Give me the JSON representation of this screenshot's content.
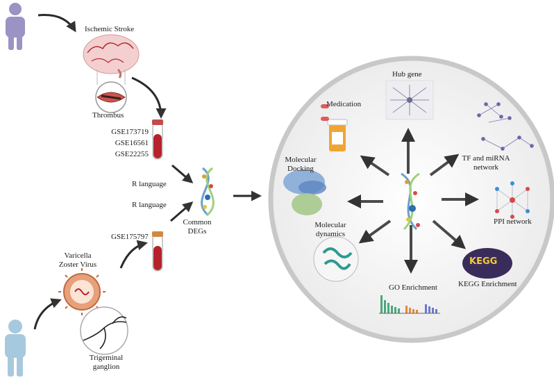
{
  "labels": {
    "ischemic_stroke": "Ischemic Stroke",
    "thrombus": "Thrombus",
    "gse_ischemic": [
      "GSE173719",
      "GSE16561",
      "GSE22255"
    ],
    "r_language_1": "R language",
    "r_language_2": "R language",
    "gse_vzv": "GSE175797",
    "varicella": [
      "Varicella",
      "Zoster Virus"
    ],
    "trigeminal": [
      "Trigeminal",
      "ganglion"
    ],
    "common_degs": [
      "Common",
      "DEGs"
    ],
    "hub_gene": "Hub gene",
    "medication": "Medication",
    "tf_mirna": [
      "TF and miRNA",
      "network"
    ],
    "molecular_docking": [
      "Molecular",
      "Docking"
    ],
    "ppi_network": "PPI network",
    "molecular_dynamics": [
      "Molecular",
      "dynamics"
    ],
    "kegg_enrichment": "KEGG Enrichment",
    "kegg_logo": "KEGG",
    "go_enrichment": "GO Enrichment"
  },
  "icons": {
    "person_top": "person-icon",
    "brain": "brain-icon",
    "vessel": "blood-vessel-icon",
    "tubes": "blood-tube-icon",
    "dna": "dna-helix-icon",
    "virus": "virus-icon",
    "neuron": "neuron-icon",
    "pills": "pill-bottle-icon",
    "protein": "protein-structure-icon",
    "network": "network-graph-icon",
    "barchart": "bar-chart-icon"
  },
  "colors": {
    "person": "#9b93c3",
    "person_bottom": "#a7c9dd",
    "arrow": "#222222",
    "circle_fill": "#f1f1f1",
    "circle_stroke": "#c4c4c4",
    "tube_blood": "#b5222a",
    "kegg_bg": "#3a2c5a"
  }
}
